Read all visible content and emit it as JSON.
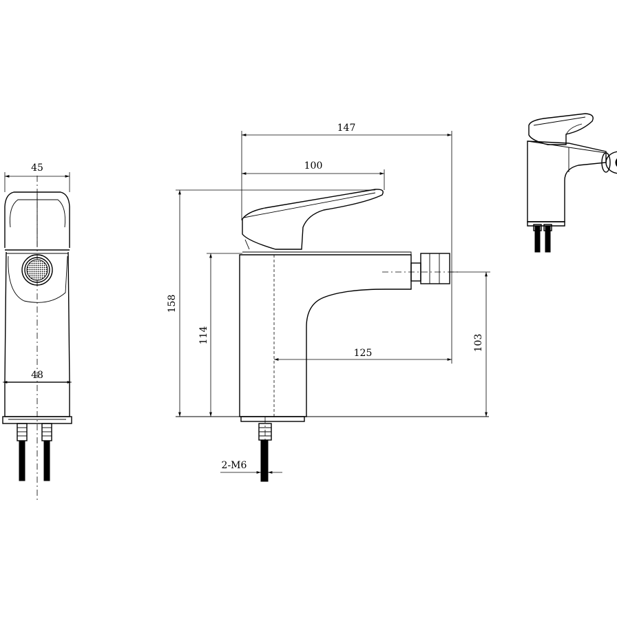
{
  "dimensions": {
    "side_width": "45",
    "side_base_width": "48",
    "overall_length": "147",
    "handle_length": "100",
    "total_height": "158",
    "body_height": "114",
    "spout_reach": "125",
    "spout_height": "103",
    "supply_thread": "2-M6"
  },
  "colors": {
    "line": "#000000",
    "background": "#ffffff"
  },
  "icons": {
    "aerator": "aerator-mesh-icon",
    "faucet_3d": "faucet-perspective-icon"
  }
}
